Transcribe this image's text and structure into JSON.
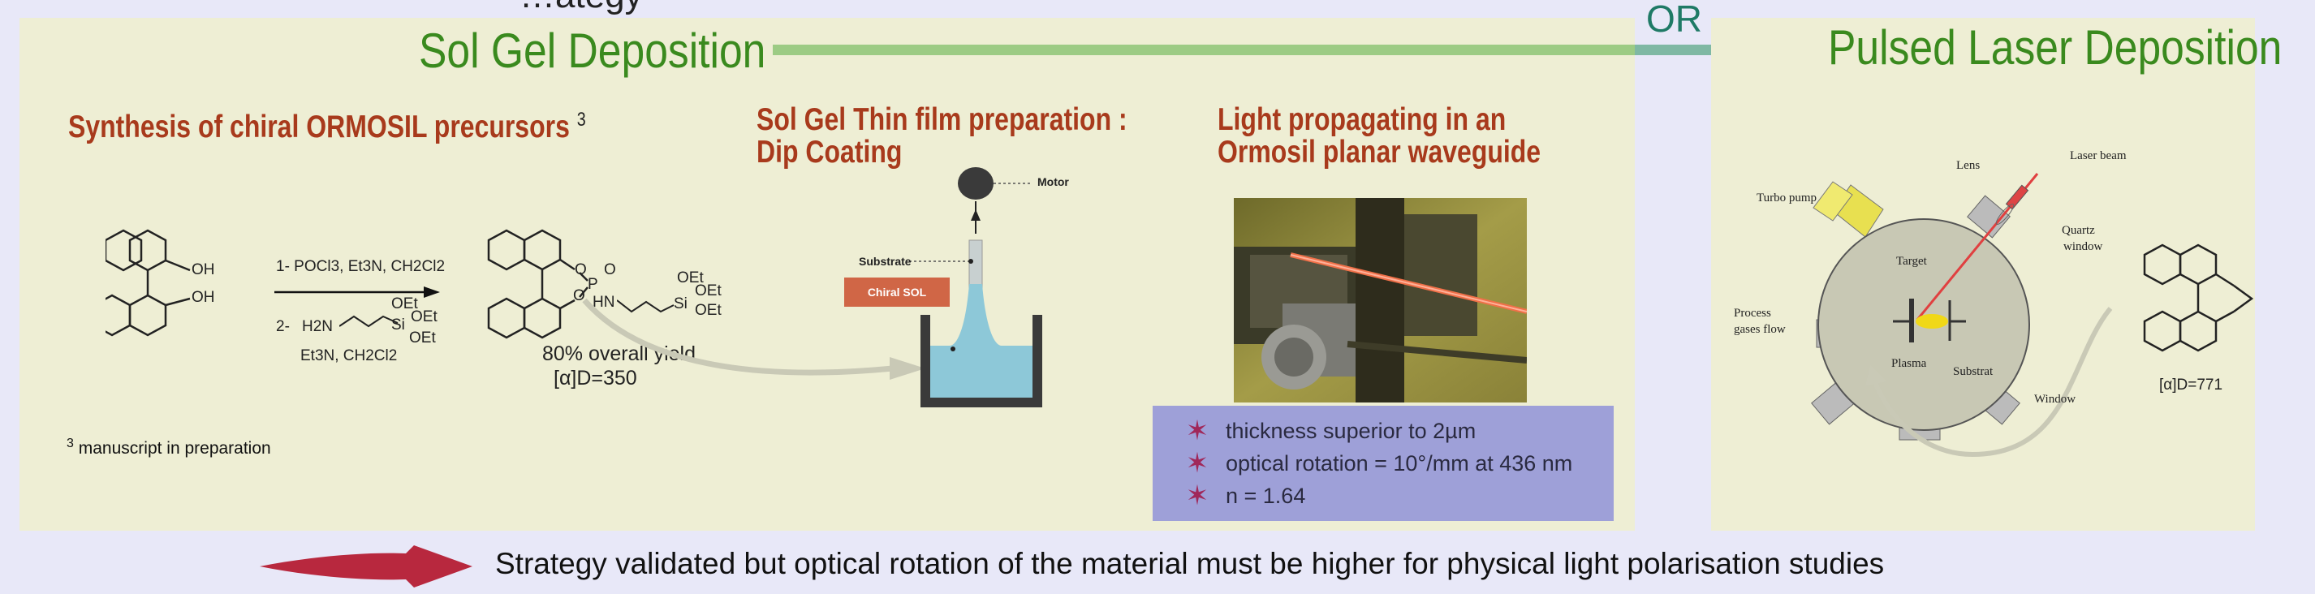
{
  "top_cut_text": "…ategy",
  "left_panel": {
    "title": "Sol Gel Deposition",
    "synthesis": {
      "title": "Synthesis of chiral ORMOSIL precursors",
      "ref": "3",
      "binol_labels": [
        "OH",
        "OH"
      ],
      "step1": "1- POCl3, Et3N, CH2Cl2",
      "step2_prefix": "2-",
      "step2_reagent": "H2N",
      "step2_si": "Si",
      "step2_oet": [
        "OEt",
        "OEt",
        "OEt"
      ],
      "step2_solvent": "Et3N, CH2Cl2",
      "product_labels": {
        "o1": "O",
        "o2": "O",
        "o3": "O",
        "p": "P",
        "hn": "HN",
        "si": "Si",
        "oet": [
          "OEt",
          "OEt",
          "OEt"
        ]
      },
      "yield": "80% overall yield",
      "rotation": "[α]D=350",
      "note_ref": "3",
      "note": "manuscript in preparation"
    },
    "dip": {
      "title_line1": "Sol Gel  Thin film preparation :",
      "title_line2": "Dip Coating",
      "motor": "Motor",
      "substrate": "Substrate",
      "sol": "Chiral SOL"
    },
    "waveguide": {
      "title_line1": "Light propagating in an",
      "title_line2": "Ormosil planar waveguide",
      "properties": [
        "thickness superior to 2µm",
        "optical rotation = 10°/mm at 436 nm",
        "n  = 1.64"
      ]
    }
  },
  "connector": {
    "or": "OR"
  },
  "right_panel": {
    "title": "Pulsed Laser Deposition",
    "labels": {
      "lens": "Lens",
      "laser": "Laser beam",
      "turbo": "Turbo pump",
      "quartz1": "Quartz",
      "quartz2": "window",
      "target": "Target",
      "process1": "Process",
      "process2": "gases flow",
      "plasma": "Plasma",
      "substrat": "Substrat",
      "window": "Window"
    },
    "rotation": "[α]D=771"
  },
  "conclusion": "Strategy validated but optical rotation of the material must be higher for physical light polarisation studies"
}
